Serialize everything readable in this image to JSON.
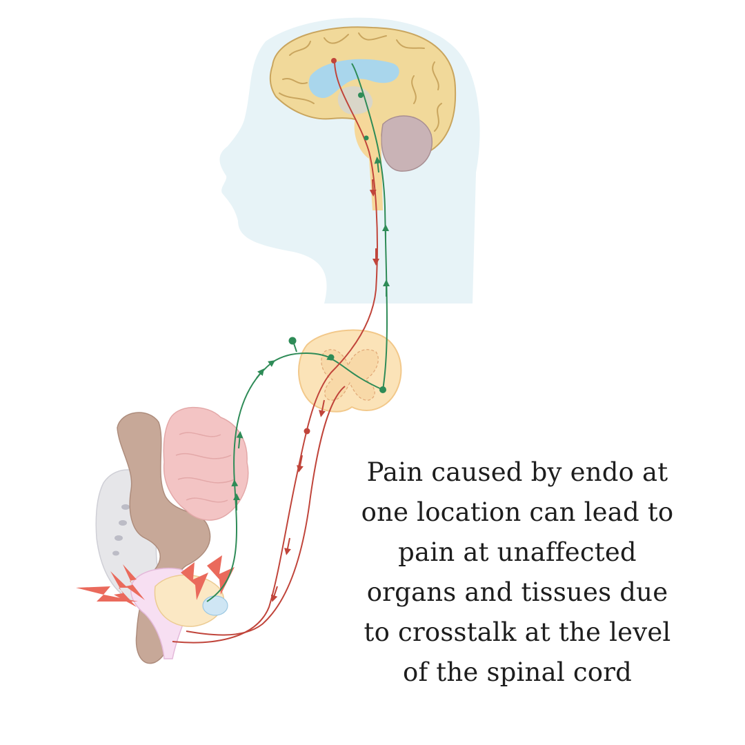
{
  "caption": {
    "lines": [
      "Pain caused by endo at",
      "one location can lead to",
      "pain at unaffected",
      "organs and tissues due",
      "to crosstalk at the level",
      "of the spinal cord"
    ]
  },
  "colors": {
    "head_silhouette": "#e7f3f7",
    "brain_cortex": "#f1d99a",
    "brain_outline": "#c9a55e",
    "ventricle": "#a9d6ec",
    "cerebellum": "#c9b3b6",
    "brainstem": "#f6d89a",
    "spinal_cord": "#fbe3b8",
    "colon": "#c7a898",
    "small_intestine": "#f3c4c4",
    "pelvic_bone": "#e6e6e9",
    "uterus": "#f7dff2",
    "bladder_area": "#fbe8c4",
    "pain_bolt": "#ea6a5c",
    "green_pathway": "#2e8b57",
    "red_pathway": "#c0443a"
  },
  "icons": [
    "lightning-bolt-icon",
    "neuron-node-icon",
    "arrow-marker-icon"
  ]
}
